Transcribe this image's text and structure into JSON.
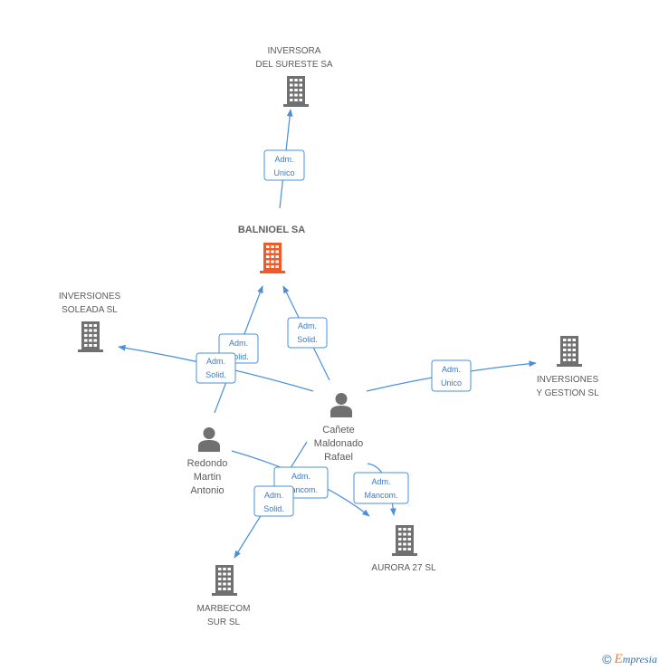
{
  "colors": {
    "edge": "#4a8fdc",
    "edge_label_text": "#3a78c4",
    "node_label": "#5b5b5b",
    "brand_blue": "#2d74b6",
    "brand_orange": "#f27a2c"
  },
  "diagram": {
    "nodes": {
      "inversora": {
        "icon": "building-icon",
        "icon_color": "#707070",
        "label_lines": [
          "INVERSORA",
          "DEL SURESTE SA"
        ]
      },
      "balnioel": {
        "icon": "building-icon",
        "icon_color": "#f05a28",
        "label_lines": [
          "BALNIOEL SA"
        ]
      },
      "soleada": {
        "icon": "building-icon",
        "icon_color": "#707070",
        "label_lines": [
          "INVERSIONES",
          "SOLEADA SL"
        ]
      },
      "gestion": {
        "icon": "building-icon",
        "icon_color": "#707070",
        "label_lines": [
          "INVERSIONES",
          "Y GESTION SL"
        ]
      },
      "canete": {
        "icon": "person-icon",
        "icon_color": "#707070",
        "label_lines": [
          "Cañete",
          "Maldonado",
          "Rafael"
        ]
      },
      "redondo": {
        "icon": "person-icon",
        "icon_color": "#707070",
        "label_lines": [
          "Redondo",
          "Martin",
          "Antonio"
        ]
      },
      "marbecom": {
        "icon": "building-icon",
        "icon_color": "#707070",
        "label_lines": [
          "MARBECOM",
          "SUR SL"
        ]
      },
      "aurora": {
        "icon": "building-icon",
        "icon_color": "#707070",
        "label_lines": [
          "AURORA 27 SL"
        ]
      }
    },
    "edges": [
      {
        "from": "balnioel",
        "to": "inversora",
        "label_lines": [
          "Adm.",
          "Unico"
        ]
      },
      {
        "from": "redondo",
        "to": "balnioel",
        "label_lines": [
          "Adm.",
          "Solid."
        ]
      },
      {
        "from": "canete",
        "to": "balnioel",
        "label_lines": [
          "Adm.",
          "Solid."
        ]
      },
      {
        "from": "canete",
        "to": "soleada",
        "label_lines": [
          "Adm.",
          "Solid."
        ]
      },
      {
        "from": "canete",
        "to": "gestion",
        "label_lines": [
          "Adm.",
          "Unico"
        ]
      },
      {
        "from": "redondo",
        "to": "aurora",
        "label_lines": [
          "Adm.",
          "Mancom."
        ]
      },
      {
        "from": "canete",
        "to": "aurora",
        "label_lines": [
          "Adm.",
          "Mancom."
        ]
      },
      {
        "from": "canete",
        "to": "marbecom",
        "label_lines": [
          "Adm.",
          "Solid."
        ]
      }
    ]
  },
  "footer": {
    "copyright": "©",
    "brand": "Empresia"
  }
}
